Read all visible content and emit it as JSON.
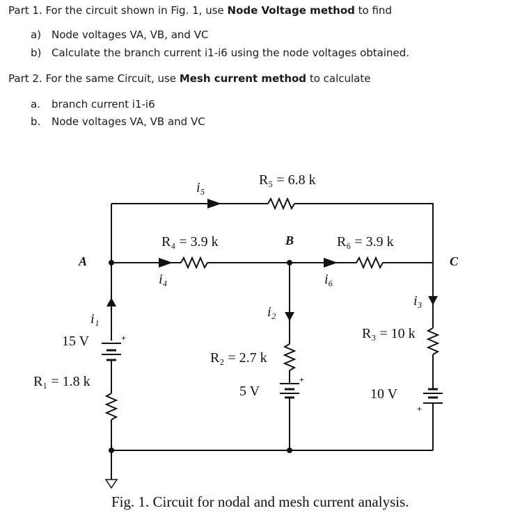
{
  "part1": {
    "intro": "Part 1. For the circuit shown in Fig. 1, use ",
    "method": "Node Voltage method",
    "suffix": " to find",
    "items": [
      {
        "marker": "a)",
        "text": "Node voltages VA, VB, and VC"
      },
      {
        "marker": "b)",
        "text": "Calculate the branch current i1-i6 using the node voltages obtained."
      }
    ]
  },
  "part2": {
    "intro": "Part 2. For the same Circuit, use ",
    "method": "Mesh current method",
    "suffix": " to calculate",
    "items": [
      {
        "marker": "a.",
        "text": "branch current i1-i6"
      },
      {
        "marker": "b.",
        "text": "Node voltages VA, VB and VC"
      }
    ]
  },
  "circuit": {
    "nodes": {
      "a": "A",
      "b": "B",
      "c": "C"
    },
    "resistors": {
      "r1": "R₁ = 1.8 k",
      "r2": "R₂ = 2.7 k",
      "r3": "R₃ = 10 k",
      "r4": "R₄ = 3.9 k",
      "r5": "R₅ = 6.8 k",
      "r6": "R₆ = 3.9 k"
    },
    "sources": {
      "s15": "15 V",
      "s5": "5 V",
      "s10": "10 V"
    },
    "currents": {
      "i1": "i₁",
      "i2": "i₂",
      "i3": "i₃",
      "i4": "i₄",
      "i5": "i₅",
      "i6": "i₆"
    },
    "plus": "+"
  },
  "caption": "Fig. 1. Circuit for nodal and mesh current analysis."
}
